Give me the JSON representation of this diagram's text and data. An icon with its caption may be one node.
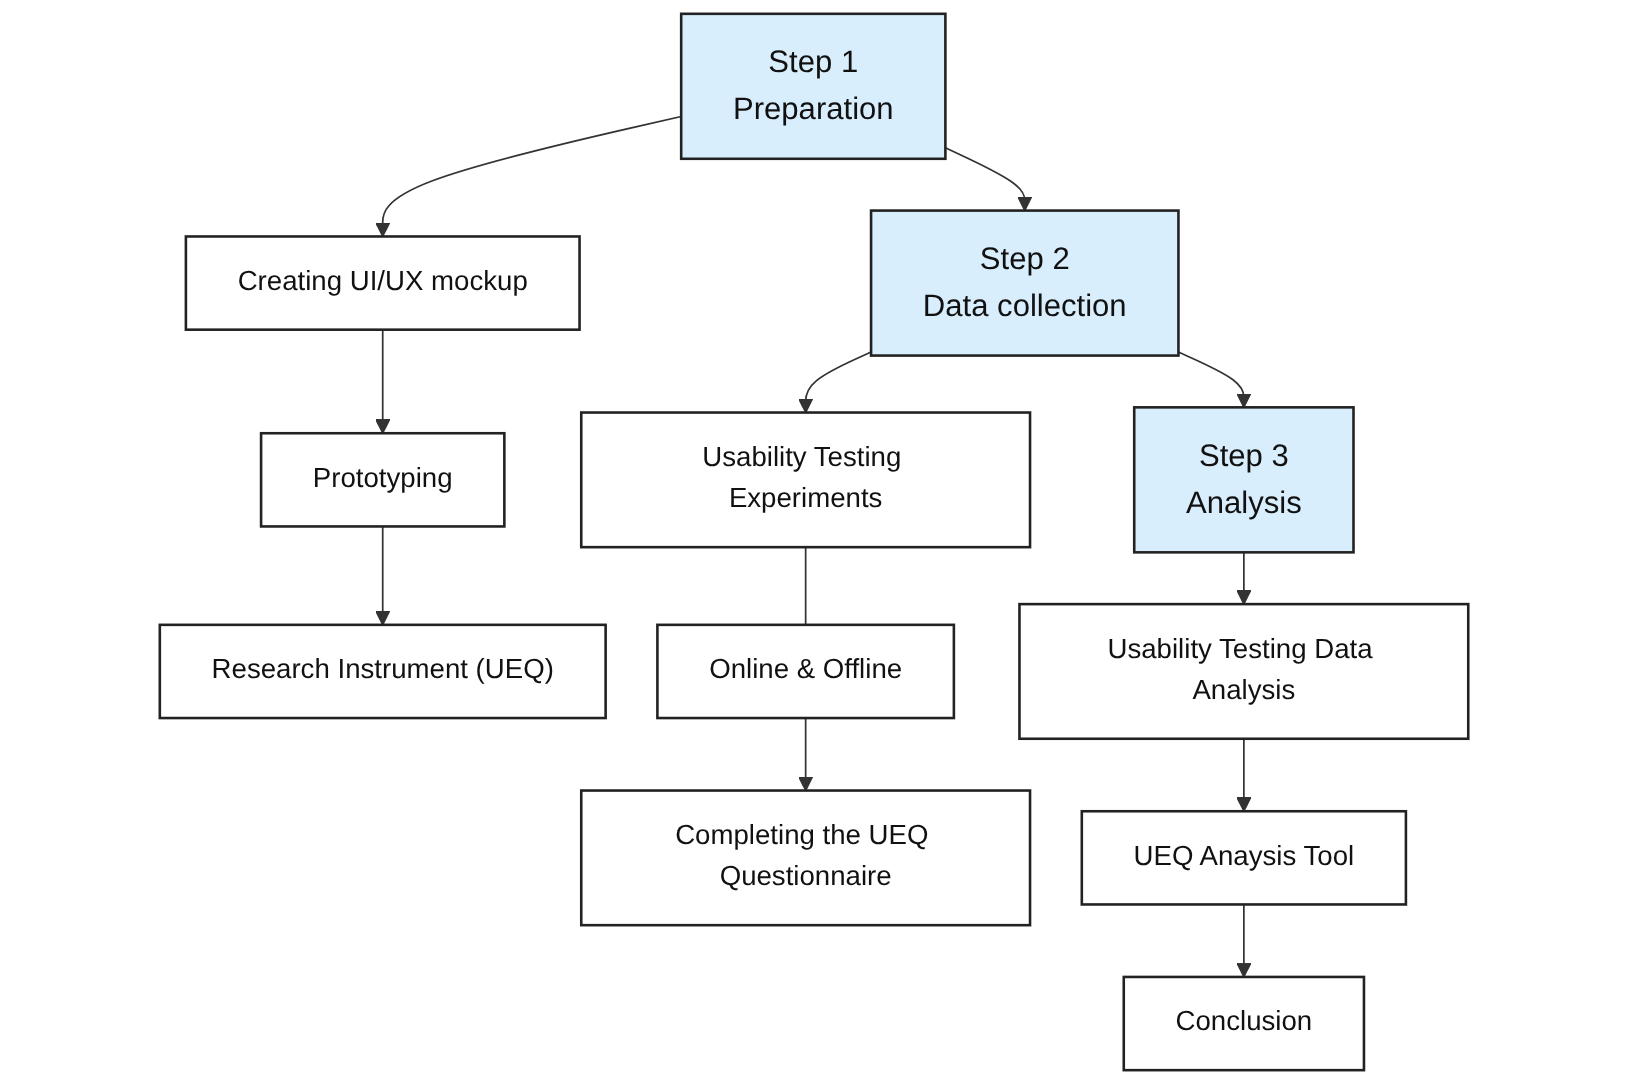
{
  "diagram": {
    "nodes": [
      {
        "text": [
          "Step 1",
          "Preparation"
        ]
      },
      {
        "text": [
          "Step 2",
          "Data collection"
        ]
      },
      {
        "text": [
          "Step 3",
          "Analysis"
        ]
      },
      {
        "text": [
          "Creating UI/UX mockup"
        ]
      },
      {
        "text": [
          "Prototyping"
        ]
      },
      {
        "text": [
          "Research Instrument (UEQ)"
        ]
      },
      {
        "text": [
          "Usability Testing Experiments"
        ]
      },
      {
        "text": [
          "Online & Offline"
        ]
      },
      {
        "text": [
          "Completing the UEQ Questionnaire"
        ]
      },
      {
        "text": [
          "Usability Testing Data Analysis"
        ]
      },
      {
        "text": [
          "UEQ Anaysis Tool"
        ]
      },
      {
        "text": [
          "Conclusion"
        ]
      }
    ],
    "edges": [
      {
        "from": 0,
        "to": 1,
        "arrow": "to"
      },
      {
        "from": 1,
        "to": 2,
        "arrow": "to"
      },
      {
        "from": 0,
        "to": 3,
        "arrow": "to"
      },
      {
        "from": 3,
        "to": 4,
        "arrow": "to"
      },
      {
        "from": 4,
        "to": 5,
        "arrow": "to"
      },
      {
        "from": 1,
        "to": 6,
        "arrow": "to"
      },
      {
        "from": 6,
        "to": 7,
        "arrow": "none"
      },
      {
        "from": 7,
        "to": 8,
        "arrow": "to"
      },
      {
        "from": 2,
        "to": 9,
        "arrow": "to"
      },
      {
        "from": 9,
        "to": 10,
        "arrow": "to"
      },
      {
        "from": 10,
        "to": 11,
        "arrow": "to"
      }
    ]
  }
}
